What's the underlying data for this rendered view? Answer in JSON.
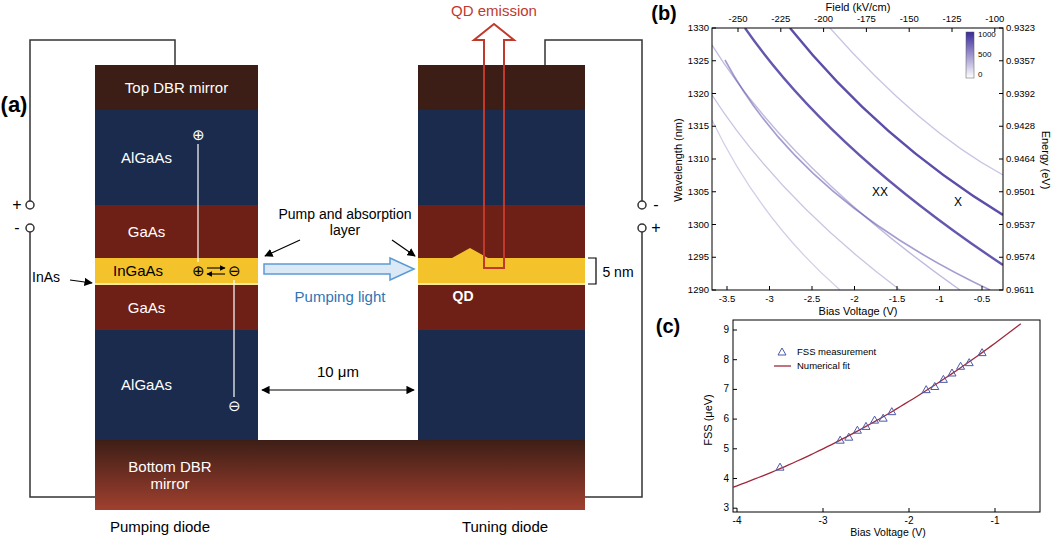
{
  "diagram": {
    "nodes": [
      {
        "text": [
          "Top DBR mirror"
        ]
      },
      {
        "text": [
          "AlGaAs"
        ]
      },
      {
        "text": [
          "GaAs"
        ]
      },
      {
        "text": [
          "InGaAs"
        ]
      },
      {
        "text": [
          "GaAs"
        ]
      },
      {
        "text": [
          "AlGaAs"
        ]
      },
      {
        "text": [
          "Bottom DBR mirror"
        ]
      }
    ],
    "labels": [
      "(a)",
      "QD emission",
      "+",
      "-",
      "Pump and absorption layer",
      "-",
      "+",
      "InAs",
      "⊕",
      "⊕",
      "⊖",
      "⊖",
      "Pumping light",
      "QD",
      "5 nm",
      "10 μm",
      "Pumping diode",
      "Tuning diode",
      "(b)",
      "Field (kV/cm)",
      "-250",
      "-225",
      "-200",
      "-175",
      "-150",
      "-125",
      "-100",
      "Wavelength (nm)",
      "1330",
      "1325",
      "1320",
      "1315",
      "1310",
      "1305",
      "1300",
      "1295",
      "1290",
      "Energy (eV)",
      "0.9323",
      "0.9357",
      "0.9392",
      "0.9428",
      "0.9464",
      "0.9501",
      "0.9537",
      "0.9574",
      "0.9611",
      "Bias Voltage (V)",
      "-3.5",
      "-3",
      "-2.5",
      "-2",
      "-1.5",
      "-1",
      "-0.5",
      "XX",
      "X",
      "1000",
      "500",
      "0",
      "(c)",
      "FSS (μeV)",
      "9",
      "8",
      "7",
      "6",
      "5",
      "4",
      "3",
      "-4",
      "-3",
      "-2",
      "-1",
      "Bias Voltage (V)"
    ],
    "legend": [
      {
        "text": "FSS measurement"
      },
      {
        "text": "Numerical fit"
      }
    ]
  }
}
